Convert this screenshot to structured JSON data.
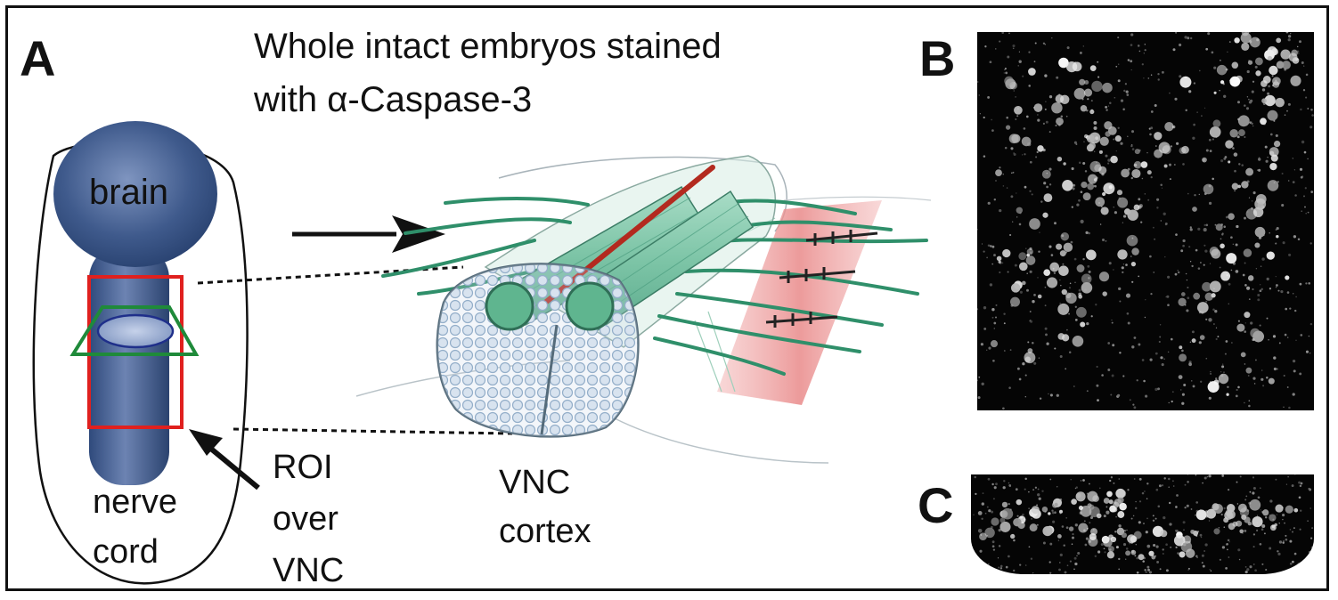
{
  "panels": {
    "a": {
      "letter": "A"
    },
    "b": {
      "letter": "B"
    },
    "c": {
      "letter": "C"
    }
  },
  "title": {
    "line1": "Whole intact embryos stained",
    "line2": "with α-Caspase-3"
  },
  "labels": {
    "brain": "brain",
    "nerve_cord": [
      "nerve",
      "cord"
    ],
    "roi": [
      "ROI",
      "over",
      "VNC"
    ],
    "vnc_cortex": [
      "VNC",
      "cortex"
    ]
  },
  "colors": {
    "embryo_blue": "#3a5485",
    "embryo_light": "#8aa0c8",
    "roi_red": "#e0201e",
    "section_green": "#1f8a3a",
    "neuron_green": "#2f8f6a",
    "muscle_red": "#e88a8a",
    "cortex_blue": "#a9bfd8"
  }
}
